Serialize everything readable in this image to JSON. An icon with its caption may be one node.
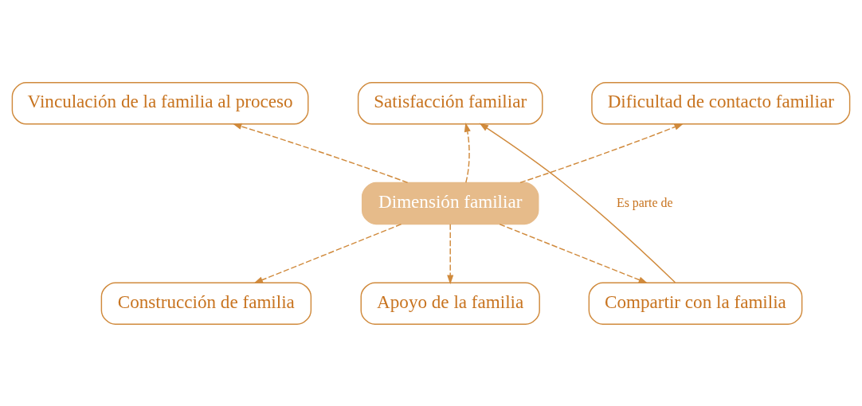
{
  "diagram": {
    "nodes": [
      {
        "text": [
          "Vinculación de la familia al proceso"
        ]
      },
      {
        "text": [
          "Dificultad de contacto familiar"
        ]
      },
      {
        "text": [
          "Satisfacción familiar"
        ]
      },
      {
        "text": [
          "Dimensión familiar"
        ]
      },
      {
        "text": [
          "Construcción de familia"
        ]
      },
      {
        "text": [
          "Apoyo de la familia"
        ]
      },
      {
        "text": [
          "Compartir con la familia"
        ]
      }
    ],
    "edges": [
      {
        "from": 3,
        "to": 0,
        "arrow": "to",
        "style": "dashed"
      },
      {
        "from": 3,
        "to": 1,
        "arrow": "to",
        "style": "dashed"
      },
      {
        "from": 3,
        "to": 2,
        "arrow": "to",
        "style": "dashed"
      },
      {
        "from": 3,
        "to": 4,
        "arrow": "to",
        "style": "dashed"
      },
      {
        "from": 3,
        "to": 5,
        "arrow": "to",
        "style": "dashed"
      },
      {
        "from": 3,
        "to": 6,
        "arrow": "to",
        "style": "dashed"
      },
      {
        "from": 6,
        "to": 2,
        "arrow": "to",
        "label": "Es parte de"
      }
    ]
  }
}
